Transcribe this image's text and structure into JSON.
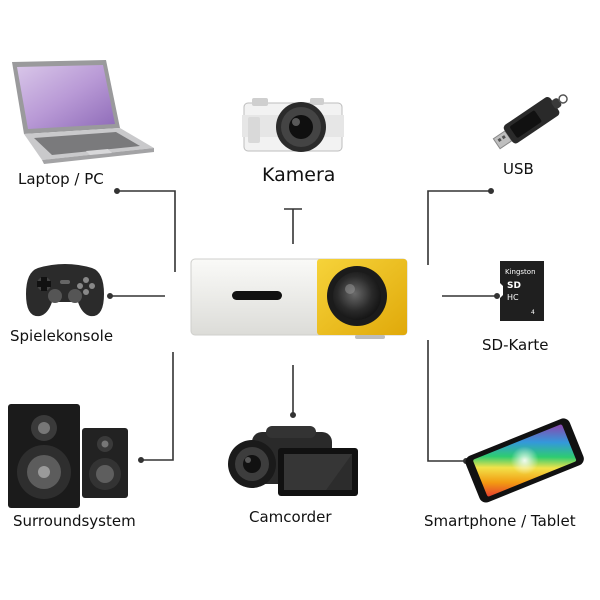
{
  "devices": {
    "laptop": "Laptop / PC",
    "camera": "Kamera",
    "usb": "USB",
    "console": "Spielekonsole",
    "sdcard": "SD-Karte",
    "speakers": "Surroundsystem",
    "camcorder": "Camcorder",
    "smartphone": "Smartphone / Tablet"
  },
  "colors": {
    "projector_body": "#f3f3f1",
    "projector_accent": "#f1c40f",
    "line": "#333333"
  }
}
